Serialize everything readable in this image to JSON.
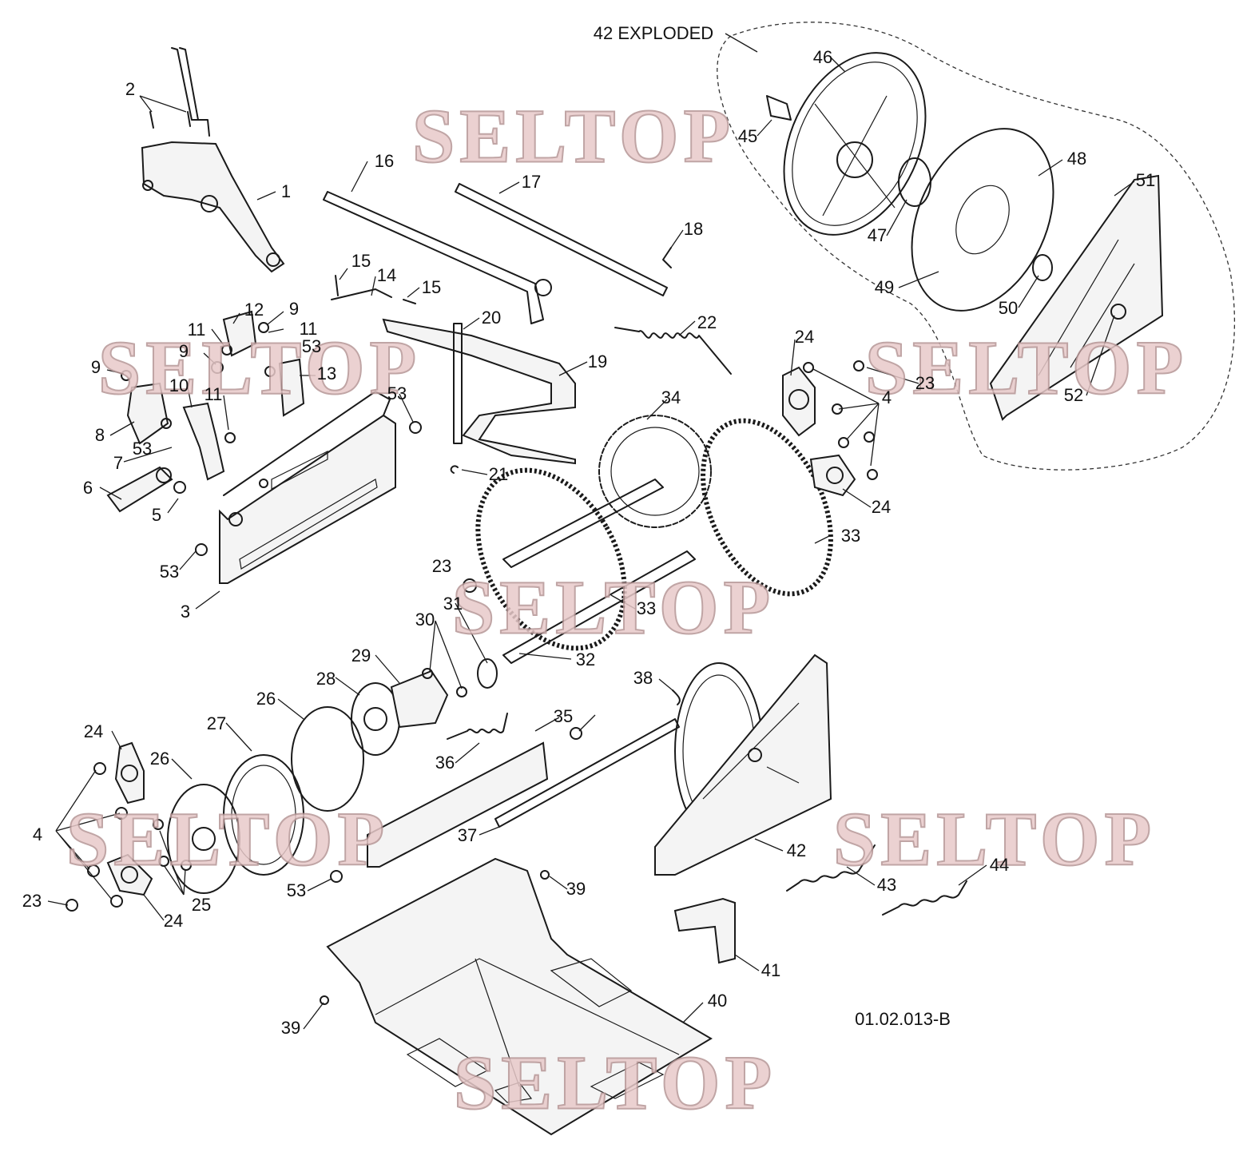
{
  "diagram": {
    "drawing_code": "01.02.013-B",
    "exploded_view_label": "42 EXPLODED",
    "watermark_text": "SELTOP",
    "watermark_color": "#e8c9c9",
    "line_color": "#1a1a1a"
  },
  "callouts": [
    {
      "id": "c1",
      "text": "1"
    },
    {
      "id": "c2",
      "text": "2"
    },
    {
      "id": "c3",
      "text": "3"
    },
    {
      "id": "c4a",
      "text": "4"
    },
    {
      "id": "c4b",
      "text": "4"
    },
    {
      "id": "c5",
      "text": "5"
    },
    {
      "id": "c6",
      "text": "6"
    },
    {
      "id": "c7",
      "text": "7"
    },
    {
      "id": "c8",
      "text": "8"
    },
    {
      "id": "c9a",
      "text": "9"
    },
    {
      "id": "c9b",
      "text": "9"
    },
    {
      "id": "c9c",
      "text": "9"
    },
    {
      "id": "c10",
      "text": "10"
    },
    {
      "id": "c11a",
      "text": "11"
    },
    {
      "id": "c11b",
      "text": "11"
    },
    {
      "id": "c11c",
      "text": "11"
    },
    {
      "id": "c12",
      "text": "12"
    },
    {
      "id": "c13",
      "text": "13"
    },
    {
      "id": "c14",
      "text": "14"
    },
    {
      "id": "c15a",
      "text": "15"
    },
    {
      "id": "c15b",
      "text": "15"
    },
    {
      "id": "c16",
      "text": "16"
    },
    {
      "id": "c17",
      "text": "17"
    },
    {
      "id": "c18",
      "text": "18"
    },
    {
      "id": "c19",
      "text": "19"
    },
    {
      "id": "c20",
      "text": "20"
    },
    {
      "id": "c21",
      "text": "21"
    },
    {
      "id": "c22",
      "text": "22"
    },
    {
      "id": "c23a",
      "text": "23"
    },
    {
      "id": "c23b",
      "text": "23"
    },
    {
      "id": "c23c",
      "text": "23"
    },
    {
      "id": "c24a",
      "text": "24"
    },
    {
      "id": "c24b",
      "text": "24"
    },
    {
      "id": "c24c",
      "text": "24"
    },
    {
      "id": "c24d",
      "text": "24"
    },
    {
      "id": "c25",
      "text": "25"
    },
    {
      "id": "c26a",
      "text": "26"
    },
    {
      "id": "c26b",
      "text": "26"
    },
    {
      "id": "c27",
      "text": "27"
    },
    {
      "id": "c28",
      "text": "28"
    },
    {
      "id": "c29",
      "text": "29"
    },
    {
      "id": "c30",
      "text": "30"
    },
    {
      "id": "c31",
      "text": "31"
    },
    {
      "id": "c32",
      "text": "32"
    },
    {
      "id": "c33a",
      "text": "33"
    },
    {
      "id": "c33b",
      "text": "33"
    },
    {
      "id": "c34",
      "text": "34"
    },
    {
      "id": "c35",
      "text": "35"
    },
    {
      "id": "c36",
      "text": "36"
    },
    {
      "id": "c37",
      "text": "37"
    },
    {
      "id": "c38",
      "text": "38"
    },
    {
      "id": "c39a",
      "text": "39"
    },
    {
      "id": "c39b",
      "text": "39"
    },
    {
      "id": "c40",
      "text": "40"
    },
    {
      "id": "c41",
      "text": "41"
    },
    {
      "id": "c42",
      "text": "42"
    },
    {
      "id": "c43",
      "text": "43"
    },
    {
      "id": "c44",
      "text": "44"
    },
    {
      "id": "c45",
      "text": "45"
    },
    {
      "id": "c46",
      "text": "46"
    },
    {
      "id": "c47",
      "text": "47"
    },
    {
      "id": "c48",
      "text": "48"
    },
    {
      "id": "c49",
      "text": "49"
    },
    {
      "id": "c50",
      "text": "50"
    },
    {
      "id": "c51",
      "text": "51"
    },
    {
      "id": "c52",
      "text": "52"
    },
    {
      "id": "c53a",
      "text": "53"
    },
    {
      "id": "c53b",
      "text": "53"
    },
    {
      "id": "c53c",
      "text": "53"
    },
    {
      "id": "c53d",
      "text": "53"
    },
    {
      "id": "c53e",
      "text": "53"
    }
  ]
}
